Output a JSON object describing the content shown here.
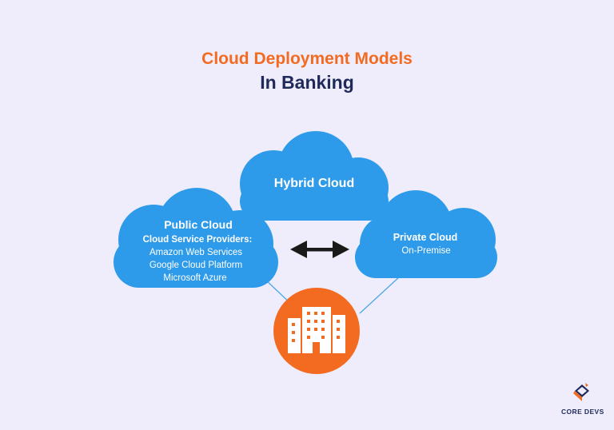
{
  "header": {
    "title_line1": "Cloud Deployment Models",
    "title_line2": "In Banking"
  },
  "diagram": {
    "hybrid": {
      "title": "Hybrid Cloud"
    },
    "public": {
      "title": "Public Cloud",
      "subtitle": "Cloud Service Providers:",
      "items": [
        "Amazon Web Services",
        "Google Cloud Platform",
        "Microsoft Azure"
      ]
    },
    "private": {
      "title": "Private Cloud",
      "subtitle": "On-Premise"
    }
  },
  "logo": {
    "text": "CORE DEVS"
  },
  "colors": {
    "background": "#EFEDFB",
    "cloud": "#2E9BEA",
    "accent_orange": "#F26B21",
    "navy": "#1F2A5A",
    "connector": "#4BA6E6"
  },
  "icons": {
    "arrow": "double-arrow-icon",
    "building": "office-building-icon",
    "logo": "core-devs-logo-icon"
  }
}
